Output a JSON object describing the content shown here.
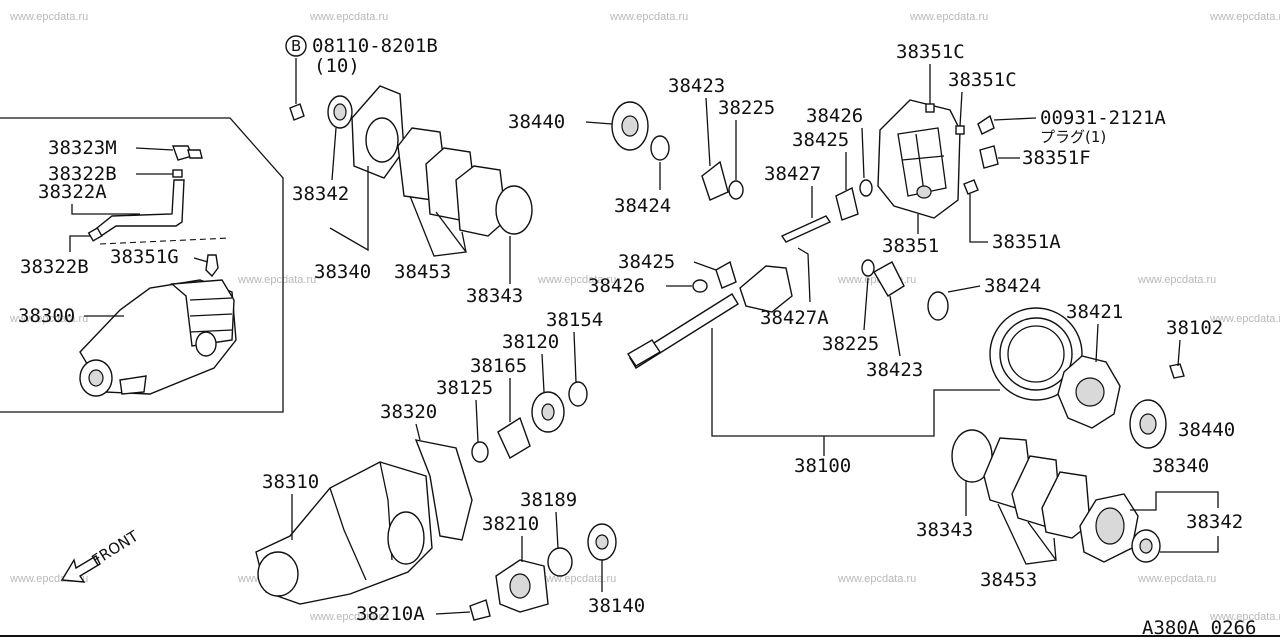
{
  "watermark": "www.epcdata.ru",
  "drawing_code": "A380A 0266",
  "front_label": "FRONT",
  "bolt_symbol": "B",
  "bolt_part": "08110-8201B",
  "bolt_qty": "(10)",
  "plug_part": "00931-2121A",
  "plug_note": "プラグ(1)",
  "labels": {
    "p38323M": "38323M",
    "p38322B_top": "38322B",
    "p38322A": "38322A",
    "p38322B_bot": "38322B",
    "p38351G": "38351G",
    "p38300": "38300",
    "p38342_l": "38342",
    "p38340_l": "38340",
    "p38453_l": "38453",
    "p38343_l": "38343",
    "p38440_l": "38440",
    "p38423_t": "38423",
    "p38225_t": "38225",
    "p38424_t": "38424",
    "p38426_t": "38426",
    "p38425_t": "38425",
    "p38427": "38427",
    "p38351C_1": "38351C",
    "p38351C_2": "38351C",
    "p38351F": "38351F",
    "p38351": "38351",
    "p38351A": "38351A",
    "p38425_m": "38425",
    "p38426_m": "38426",
    "p38427A": "38427A",
    "p38225_m": "38225",
    "p38423_m": "38423",
    "p38424_r": "38424",
    "p38154": "38154",
    "p38120": "38120",
    "p38165": "38165",
    "p38125": "38125",
    "p38320": "38320",
    "p38310": "38310",
    "p38189": "38189",
    "p38210": "38210",
    "p38210A": "38210A",
    "p38140": "38140",
    "p38100": "38100",
    "p38421": "38421",
    "p38102": "38102",
    "p38440_r": "38440",
    "p38340_r": "38340",
    "p38342_r": "38342",
    "p38343_r": "38343",
    "p38453_r": "38453"
  }
}
